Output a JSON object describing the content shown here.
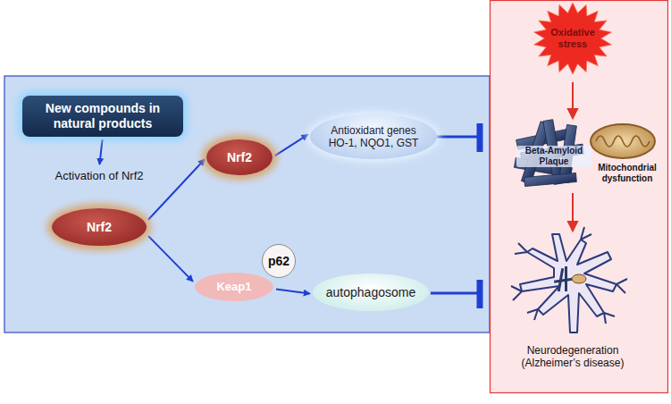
{
  "diagram": {
    "nodes": [
      {
        "text": [
          "New compounds in natural products"
        ]
      },
      {
        "text": [
          "Activation of Nrf2",
          "Nrf2"
        ]
      },
      {
        "text": [
          "Nrf2"
        ]
      },
      {
        "text": [
          "Antioxidant genes HO-1, NQO1, GST"
        ]
      },
      {
        "text": [
          "Keap1"
        ]
      },
      {
        "text": [
          "p62"
        ]
      },
      {
        "text": [
          "autophagosome"
        ]
      },
      {
        "text": [
          "Oxidative stress"
        ]
      }
    ],
    "edges": [
      {
        "from": 0,
        "to": 1,
        "arrow": "to"
      },
      {
        "from": 1,
        "to": 2,
        "arrow": "to"
      },
      {
        "from": 1,
        "to": 4,
        "arrow": "to"
      },
      {
        "from": 2,
        "to": 3,
        "arrow": "to"
      },
      {
        "from": 4,
        "to": 6,
        "arrow": "to"
      }
    ],
    "labels": [
      "Beta-Amyloid Plaque",
      "Mitochondrial dysfunction",
      "Neurodegeneration (Alzheimer’s disease)"
    ]
  }
}
